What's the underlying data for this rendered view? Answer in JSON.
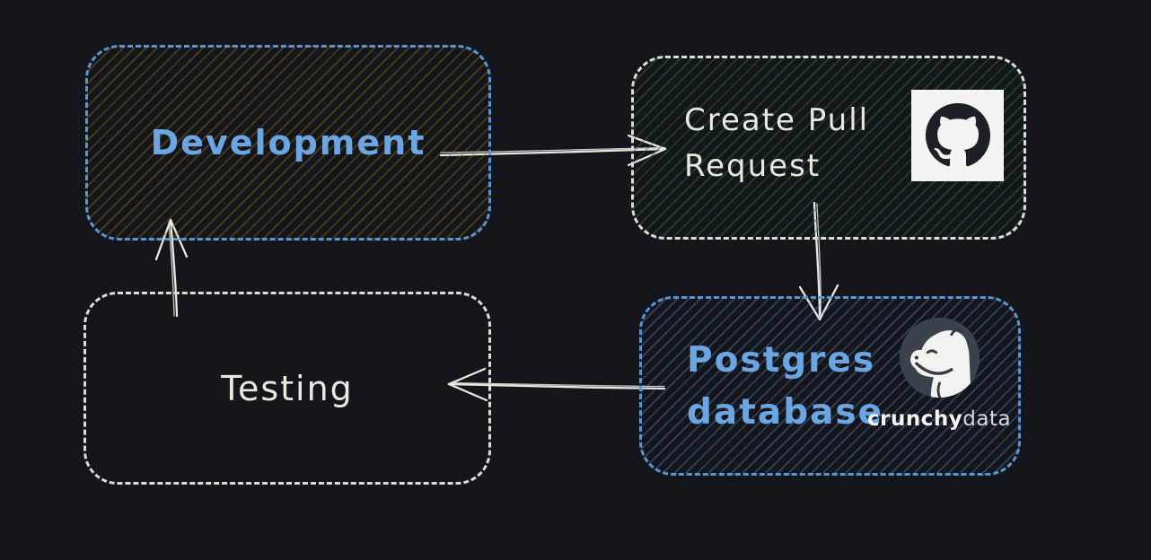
{
  "canvas": {
    "background_color": "#14161c",
    "arrow_color": "#e8e7e0"
  },
  "nodes": {
    "development": {
      "label": "Development",
      "text_color": "#6ba5e2",
      "border_color": "#5b96d2",
      "border_style": "dashed",
      "fill_hatch_color": "#9a7814"
    },
    "create_pull_request": {
      "label_lines": [
        "Create Pull",
        "Request"
      ],
      "text_color": "#e9e8e1",
      "border_color": "#dddcd5",
      "border_style": "dashed",
      "fill_hatch_color": "#2a7034",
      "icon": "github-octocat-logo"
    },
    "postgres_database": {
      "label_lines": [
        "Postgres",
        "database"
      ],
      "text_color": "#6ba5e2",
      "border_color": "#5b96d2",
      "border_style": "dashed",
      "fill_hatch_color": "#6696d4",
      "icon": "crunchy-data-hippo-logo"
    },
    "testing": {
      "label": "Testing",
      "text_color": "#e9e8e1",
      "border_color": "#dddcd5",
      "border_style": "dashed",
      "fill_hatch_color": null
    }
  },
  "crunchy_wordmark": {
    "bold": "crunchy",
    "light": "data"
  },
  "arrows": [
    {
      "name": "development-to-create-pull-request",
      "from": "development",
      "to": "create_pull_request",
      "direction": "right"
    },
    {
      "name": "create-pull-request-to-postgres-database",
      "from": "create_pull_request",
      "to": "postgres_database",
      "direction": "down"
    },
    {
      "name": "postgres-database-to-testing",
      "from": "postgres_database",
      "to": "testing",
      "direction": "left"
    },
    {
      "name": "testing-to-development",
      "from": "testing",
      "to": "development",
      "direction": "up"
    }
  ]
}
